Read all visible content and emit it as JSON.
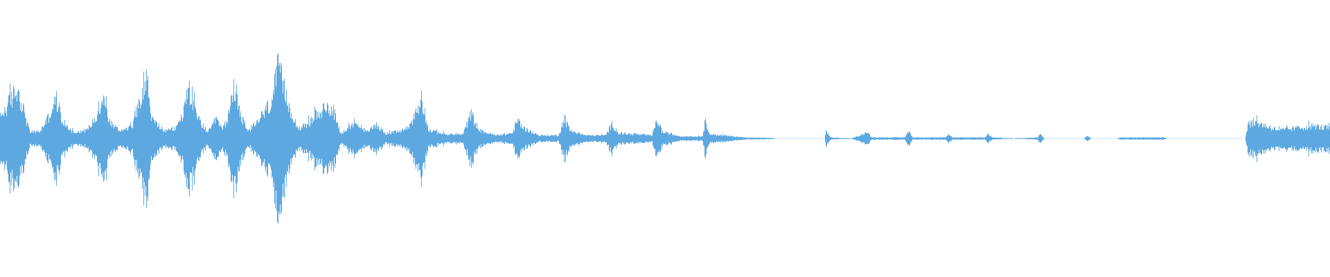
{
  "waveform": {
    "color": "#5DA8E0",
    "background": "#FFFFFF",
    "duration_label": "",
    "envelope": [
      {
        "t": 0.0,
        "a": 0.2
      },
      {
        "t": 0.004,
        "a": 0.28
      },
      {
        "t": 0.009,
        "a": 0.4
      },
      {
        "t": 0.013,
        "a": 0.48
      },
      {
        "t": 0.017,
        "a": 0.3
      },
      {
        "t": 0.022,
        "a": 0.06
      },
      {
        "t": 0.03,
        "a": 0.07
      },
      {
        "t": 0.036,
        "a": 0.2
      },
      {
        "t": 0.042,
        "a": 0.38
      },
      {
        "t": 0.047,
        "a": 0.16
      },
      {
        "t": 0.055,
        "a": 0.06
      },
      {
        "t": 0.065,
        "a": 0.08
      },
      {
        "t": 0.072,
        "a": 0.2
      },
      {
        "t": 0.077,
        "a": 0.42
      },
      {
        "t": 0.082,
        "a": 0.16
      },
      {
        "t": 0.09,
        "a": 0.07
      },
      {
        "t": 0.1,
        "a": 0.14
      },
      {
        "t": 0.106,
        "a": 0.45
      },
      {
        "t": 0.11,
        "a": 0.6
      },
      {
        "t": 0.114,
        "a": 0.18
      },
      {
        "t": 0.124,
        "a": 0.07
      },
      {
        "t": 0.132,
        "a": 0.1
      },
      {
        "t": 0.137,
        "a": 0.22
      },
      {
        "t": 0.142,
        "a": 0.5
      },
      {
        "t": 0.147,
        "a": 0.22
      },
      {
        "t": 0.156,
        "a": 0.06
      },
      {
        "t": 0.163,
        "a": 0.18
      },
      {
        "t": 0.167,
        "a": 0.08
      },
      {
        "t": 0.171,
        "a": 0.2
      },
      {
        "t": 0.176,
        "a": 0.52
      },
      {
        "t": 0.181,
        "a": 0.22
      },
      {
        "t": 0.186,
        "a": 0.06
      },
      {
        "t": 0.192,
        "a": 0.14
      },
      {
        "t": 0.198,
        "a": 0.24
      },
      {
        "t": 0.204,
        "a": 0.36
      },
      {
        "t": 0.209,
        "a": 0.68
      },
      {
        "t": 0.213,
        "a": 0.48
      },
      {
        "t": 0.218,
        "a": 0.28
      },
      {
        "t": 0.224,
        "a": 0.1
      },
      {
        "t": 0.23,
        "a": 0.12
      },
      {
        "t": 0.237,
        "a": 0.22
      },
      {
        "t": 0.244,
        "a": 0.28
      },
      {
        "t": 0.25,
        "a": 0.3
      },
      {
        "t": 0.256,
        "a": 0.05
      },
      {
        "t": 0.262,
        "a": 0.1
      },
      {
        "t": 0.268,
        "a": 0.14
      },
      {
        "t": 0.276,
        "a": 0.06
      },
      {
        "t": 0.282,
        "a": 0.14
      },
      {
        "t": 0.29,
        "a": 0.05
      },
      {
        "t": 0.298,
        "a": 0.06
      },
      {
        "t": 0.306,
        "a": 0.1
      },
      {
        "t": 0.311,
        "a": 0.2
      },
      {
        "t": 0.317,
        "a": 0.38
      },
      {
        "t": 0.322,
        "a": 0.08
      },
      {
        "t": 0.335,
        "a": 0.04
      },
      {
        "t": 0.348,
        "a": 0.04
      },
      {
        "t": 0.354,
        "a": 0.24
      },
      {
        "t": 0.36,
        "a": 0.08
      },
      {
        "t": 0.372,
        "a": 0.03
      },
      {
        "t": 0.385,
        "a": 0.05
      },
      {
        "t": 0.389,
        "a": 0.18
      },
      {
        "t": 0.393,
        "a": 0.1
      },
      {
        "t": 0.405,
        "a": 0.03
      },
      {
        "t": 0.42,
        "a": 0.03
      },
      {
        "t": 0.424,
        "a": 0.2
      },
      {
        "t": 0.428,
        "a": 0.08
      },
      {
        "t": 0.44,
        "a": 0.03
      },
      {
        "t": 0.455,
        "a": 0.03
      },
      {
        "t": 0.46,
        "a": 0.14
      },
      {
        "t": 0.465,
        "a": 0.05
      },
      {
        "t": 0.49,
        "a": 0.03
      },
      {
        "t": 0.494,
        "a": 0.18
      },
      {
        "t": 0.498,
        "a": 0.06
      },
      {
        "t": 0.512,
        "a": 0.02
      },
      {
        "t": 0.528,
        "a": 0.02
      },
      {
        "t": 0.53,
        "a": 0.16
      },
      {
        "t": 0.534,
        "a": 0.04
      },
      {
        "t": 0.56,
        "a": 0.01
      },
      {
        "t": 0.58,
        "a": 0.005
      },
      {
        "t": 0.582,
        "a": 0.0
      },
      {
        "t": 0.62,
        "a": 0.0
      },
      {
        "t": 0.621,
        "a": 0.08
      },
      {
        "t": 0.624,
        "a": 0.01
      },
      {
        "t": 0.64,
        "a": 0.0
      },
      {
        "t": 0.652,
        "a": 0.06
      },
      {
        "t": 0.655,
        "a": 0.01
      },
      {
        "t": 0.68,
        "a": 0.01
      },
      {
        "t": 0.683,
        "a": 0.07
      },
      {
        "t": 0.686,
        "a": 0.01
      },
      {
        "t": 0.711,
        "a": 0.01
      },
      {
        "t": 0.713,
        "a": 0.04
      },
      {
        "t": 0.716,
        "a": 0.01
      },
      {
        "t": 0.74,
        "a": 0.01
      },
      {
        "t": 0.743,
        "a": 0.04
      },
      {
        "t": 0.746,
        "a": 0.01
      },
      {
        "t": 0.762,
        "a": 0.0
      },
      {
        "t": 0.78,
        "a": 0.01
      },
      {
        "t": 0.782,
        "a": 0.04
      },
      {
        "t": 0.785,
        "a": 0.0
      },
      {
        "t": 0.815,
        "a": 0.0
      },
      {
        "t": 0.817,
        "a": 0.03
      },
      {
        "t": 0.82,
        "a": 0.0
      },
      {
        "t": 0.84,
        "a": 0.0
      },
      {
        "t": 0.842,
        "a": 0.01
      },
      {
        "t": 0.875,
        "a": 0.01
      },
      {
        "t": 0.877,
        "a": 0.0
      },
      {
        "t": 0.936,
        "a": 0.0
      },
      {
        "t": 0.938,
        "a": 0.14
      },
      {
        "t": 0.944,
        "a": 0.16
      },
      {
        "t": 0.952,
        "a": 0.12
      },
      {
        "t": 0.962,
        "a": 0.08
      },
      {
        "t": 0.975,
        "a": 0.1
      },
      {
        "t": 0.988,
        "a": 0.12
      },
      {
        "t": 1.0,
        "a": 0.1
      }
    ]
  }
}
